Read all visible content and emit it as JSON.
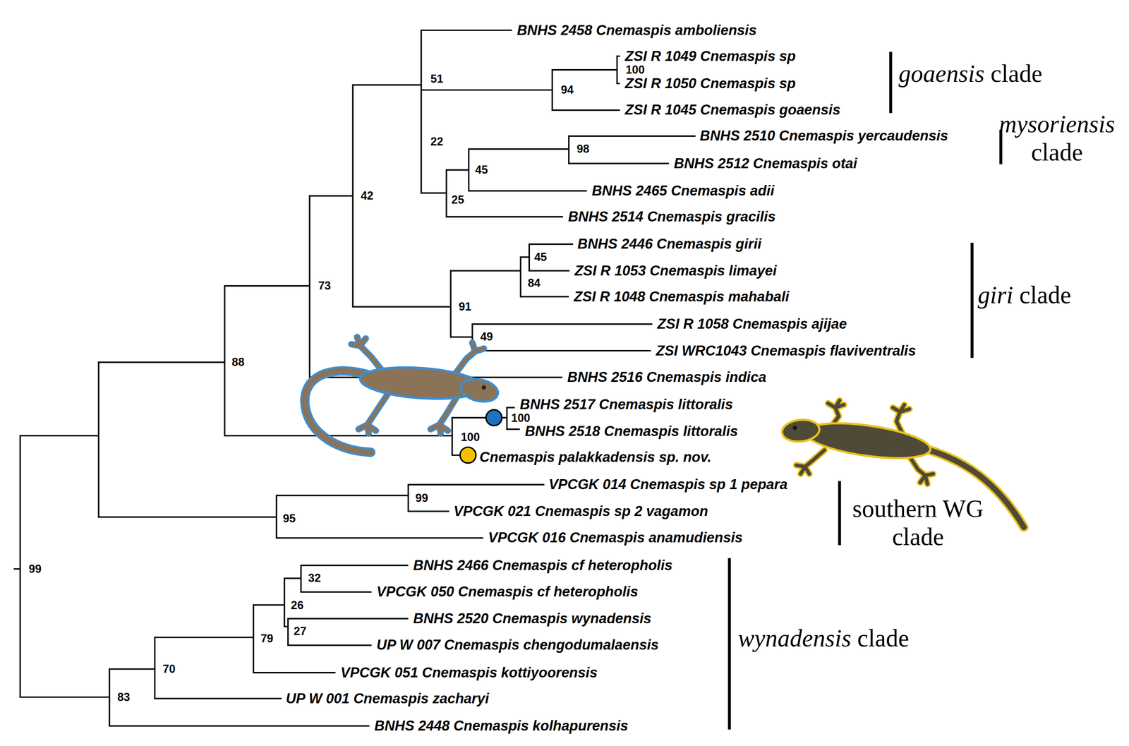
{
  "diagram": {
    "labels": [
      "BNHS 2458 Cnemaspis amboliensis",
      "ZSI R 1049 Cnemaspis sp",
      "100",
      "goaensis clade",
      "ZSI R 1050 Cnemaspis sp",
      "51",
      "94",
      "ZSI R 1045 Cnemaspis goaensis",
      "mysoriensis clade",
      "BNHS 2510 Cnemaspis yercaudensis",
      "22",
      "98",
      "BNHS 2512 Cnemaspis otai",
      "45",
      "BNHS 2465 Cnemaspis adii",
      "25",
      "42",
      "BNHS 2514 Cnemaspis gracilis",
      "BNHS 2446 Cnemaspis girii",
      "45",
      "ZSI R 1053 Cnemaspis limayei",
      "84",
      "73",
      "giri clade",
      "ZSI R 1048 Cnemaspis mahabali",
      "91",
      "ZSI R 1058 Cnemaspis ajijae",
      "49",
      "ZSI WRC1043 Cnemaspis flaviventralis",
      "88",
      "BNHS 2516 Cnemaspis indica",
      "BNHS 2517 Cnemaspis littoralis",
      "BNHS 2518 Cnemaspis littoralis",
      "100",
      "100",
      "Cnemaspis palakkadensis sp. nov.",
      "VPCGK 014 Cnemaspis sp 1 pepara",
      "99",
      "southern WG clade",
      "VPCGK 021 Cnemaspis sp 2 vagamon",
      "95",
      "VPCGK 016 Cnemaspis anamudiensis",
      "BNHS 2466 Cnemaspis cf heteropholis",
      "99",
      "32",
      "VPCGK 050 Cnemaspis cf heteropholis",
      "26",
      "BNHS 2520 Cnemaspis wynadensis",
      "27",
      "79",
      "wynadensis clade",
      "UP W 007 Cnemaspis chengodumalaensis",
      "70",
      "VPCGK 051 Cnemaspis kottiyoorensis",
      "83",
      "UP W 001 Cnemaspis zacharyi",
      "BNHS 2448 Cnemaspis kolhapurensis"
    ]
  }
}
